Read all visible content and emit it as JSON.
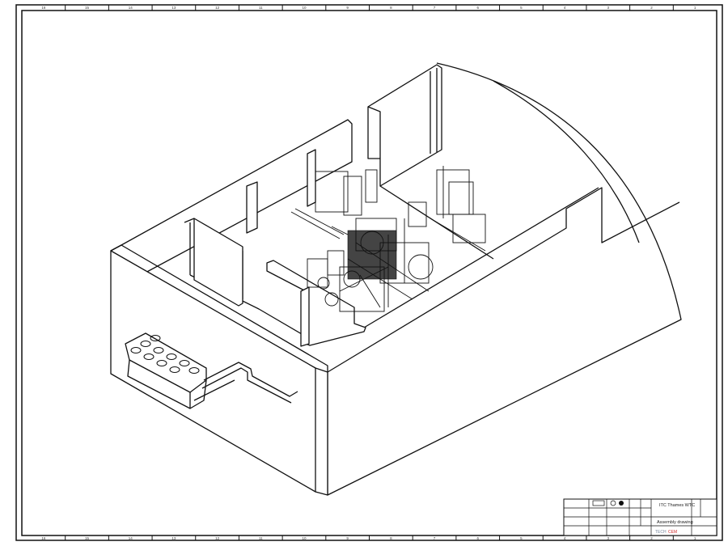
{
  "sheet": {
    "column_labels": [
      "16",
      "15",
      "14",
      "13",
      "12",
      "11",
      "10",
      "9",
      "8",
      "7",
      "6",
      "5",
      "4",
      "3",
      "2",
      "1"
    ]
  },
  "title_block": {
    "project": "ITC Thames WTC",
    "drawing_type": "Assembly drawing",
    "logo_text_a": "TECH",
    "logo_text_b": "CEM",
    "logo_color_a": "#7a8aa0",
    "logo_color_b": "#d03030"
  }
}
